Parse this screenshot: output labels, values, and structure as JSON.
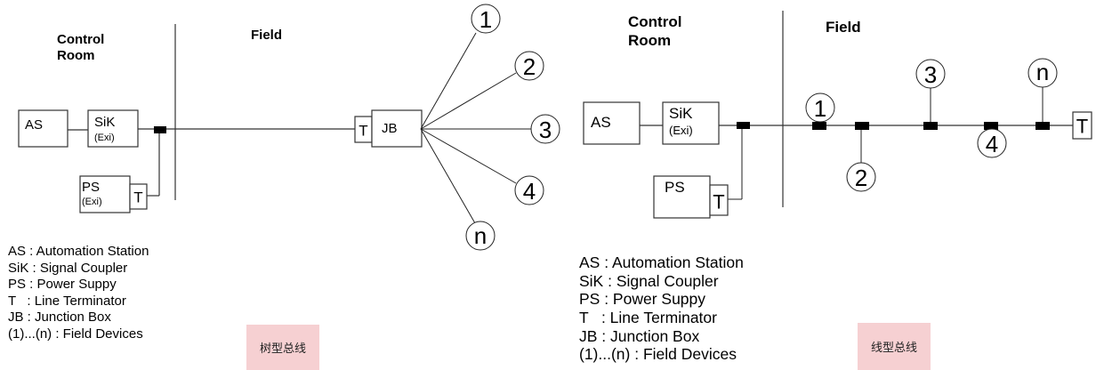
{
  "diagrams": [
    {
      "id": "tree-bus",
      "headers": {
        "control_room_line1": "Control",
        "control_room_line2": "Room",
        "field": "Field"
      },
      "components": {
        "as": "AS",
        "sik": "SiK",
        "sik_sub": "(Exi)",
        "ps": "PS",
        "ps_sub": "(Exi)",
        "terminator_ps": "T",
        "terminator_jb": "T",
        "jb": "JB"
      },
      "field_devices": [
        "1",
        "2",
        "3",
        "4",
        "n"
      ],
      "legend": [
        "AS : Automation Station",
        "SiK : Signal Coupler",
        "PS : Power Suppy",
        "T   : Line Terminator",
        "JB : Junction Box",
        "(1)...(n) : Field Devices"
      ],
      "caption": "树型总线",
      "caption_bg": "#f6d0d2"
    },
    {
      "id": "line-bus",
      "headers": {
        "control_room_line1": "Control",
        "control_room_line2": "Room",
        "field": "Field"
      },
      "components": {
        "as": "AS",
        "sik": "SiK",
        "sik_sub": "(Exi)",
        "ps": "PS",
        "terminator_ps": "T",
        "terminator_end": "T"
      },
      "field_devices": [
        "1",
        "2",
        "3",
        "4",
        "n"
      ],
      "legend": [
        "AS : Automation Station",
        "SiK : Signal Coupler",
        "PS : Power Suppy",
        "T   : Line Terminator",
        "JB : Junction Box",
        "(1)...(n) : Field Devices"
      ],
      "caption": "线型总线",
      "caption_bg": "#f6d0d2"
    }
  ]
}
